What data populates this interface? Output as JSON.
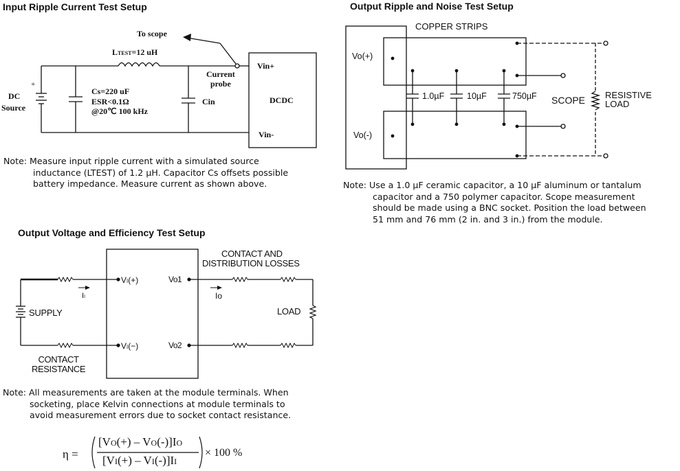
{
  "sections": {
    "input_ripple": {
      "title": "Input Ripple Current Test Setup",
      "labels": {
        "to_scope": "To scope",
        "inductor_main": "L",
        "inductor_sub": "TEST",
        "inductor_value": "=12 uH",
        "current_probe_1": "Current",
        "current_probe_2": "probe",
        "vin_plus": "Vin+",
        "vin_minus": "Vin-",
        "dcdc": "DCDC",
        "cin": "Cin",
        "dc": "DC",
        "source": "Source",
        "plus": "+",
        "cs_1": "Cs=220 uF",
        "cs_2": "ESR<0.1Ω",
        "cs_3": "@20℃ 100 kHz"
      },
      "note_lines": [
        "Note: Measure input ripple current with a simulated source",
        "inductance (LTEST) of 1.2 µH. Capacitor Cs offsets possible",
        "battery impedance. Measure current as shown above."
      ]
    },
    "output_ripple": {
      "title": "Output Ripple and Noise Test Setup",
      "labels": {
        "copper_strips": "COPPER STRIPS",
        "vo_plus": "Vo(+)",
        "vo_minus": "Vo(-)",
        "cap1": "1.0µF",
        "cap2": "10µF",
        "cap3": "750µF",
        "scope": "SCOPE",
        "resistive_1": "RESISTIVE",
        "resistive_2": "LOAD"
      },
      "note_lines": [
        "Note: Use a 1.0 µF ceramic capacitor, a 10 µF aluminum or tantalum",
        "capacitor and a 750 polymer capacitor. Scope measurement",
        "should be made using a BNC socket. Position the load between",
        "51 mm and 76 mm (2 in. and 3 in.) from the module."
      ]
    },
    "efficiency": {
      "title": "Output Voltage and Efficiency Test Setup",
      "labels": {
        "contact_dist_1": "CONTACT AND",
        "contact_dist_2": "DISTRIBUTION LOSSES",
        "vi_plus": "V",
        "vi_plus_sub": "I",
        "vi_plus_tail": "(+)",
        "vi_minus_tail": "(−)",
        "vo1": "Vo1",
        "vo2": "Vo2",
        "ii": "I",
        "ii_sub": "I",
        "io": "Io",
        "supply": "SUPPLY",
        "load": "LOAD",
        "contact_res_1": "CONTACT",
        "contact_res_2": "RESISTANCE"
      },
      "note_lines": [
        "Note: All measurements are taken at the module terminals. When",
        "socketing, place Kelvin connections at module terminals to",
        "avoid measurement errors due to socket contact resistance."
      ],
      "formula": {
        "eta": "η =",
        "numerator": "[V",
        "num_sub1": "O",
        "num_mid": "(+) – V",
        "num_sub2": "O",
        "num_end": "(-)]I",
        "num_sub3": "O",
        "denominator": "[V",
        "den_sub1": "I",
        "den_mid": "(+) – V",
        "den_sub2": "I",
        "den_end": "(-)]I",
        "den_sub3": "I",
        "times": "× 100 %"
      }
    }
  }
}
